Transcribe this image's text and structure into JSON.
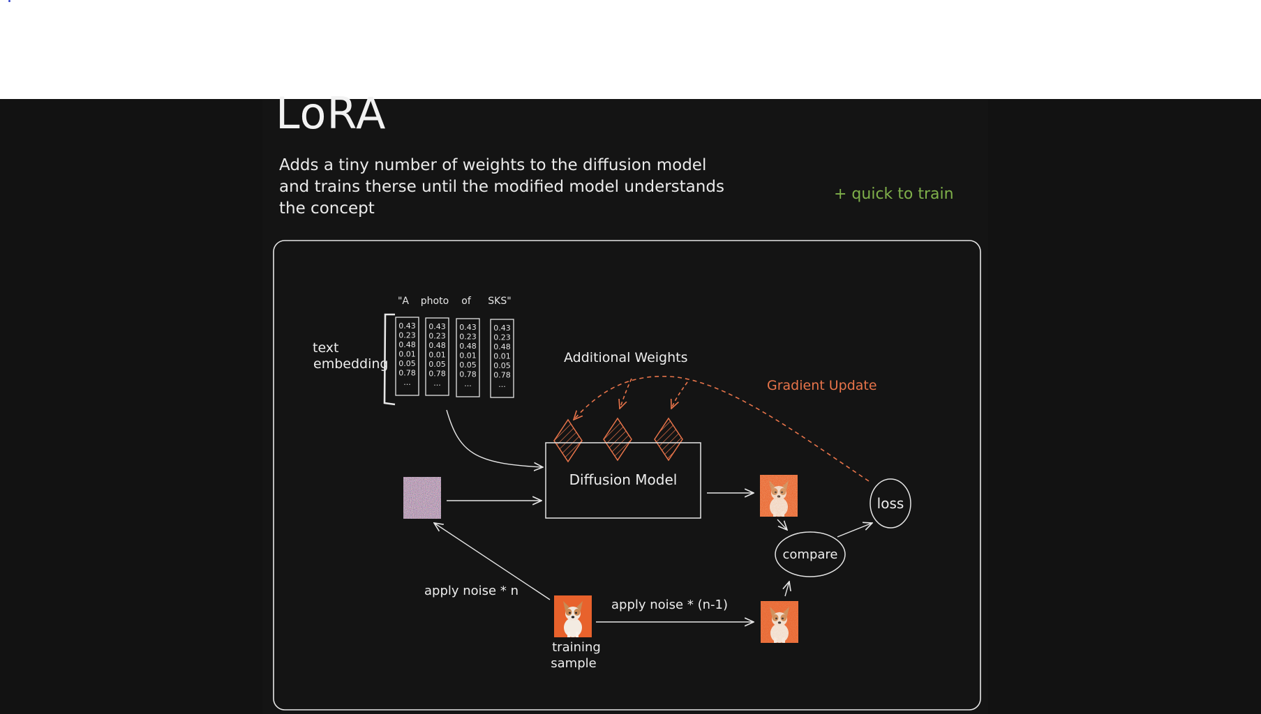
{
  "title": "LoRA",
  "subtitle_lines": [
    "Adds a tiny number of weights to the diffusion model",
    "and trains therse until the modified model understands",
    "the concept"
  ],
  "pro_note": "+ quick to train",
  "diagram": {
    "prompt_tokens": [
      "\"A",
      "photo",
      "of",
      "SKS\""
    ],
    "embedding_label_lines": [
      "text",
      "embedding"
    ],
    "embedding_values": [
      "0.43",
      "0.23",
      "0.48",
      "0.01",
      "0.05",
      "0.78",
      "..."
    ],
    "additional_weights_label": "Additional Weights",
    "gradient_update_label": "Gradient Update",
    "diffusion_model_label": "Diffusion Model",
    "loss_label": "loss",
    "compare_label": "compare",
    "apply_noise_n_label": "apply noise * n",
    "apply_noise_n1_label": "apply noise * (n-1)",
    "training_sample_lines": [
      "training",
      "sample"
    ]
  },
  "colors": {
    "background": "#121212",
    "text": "#eeeeee",
    "accent_orange": "#e8744a",
    "accent_green": "#7fb04a",
    "sample_orange": "#e8622c"
  }
}
